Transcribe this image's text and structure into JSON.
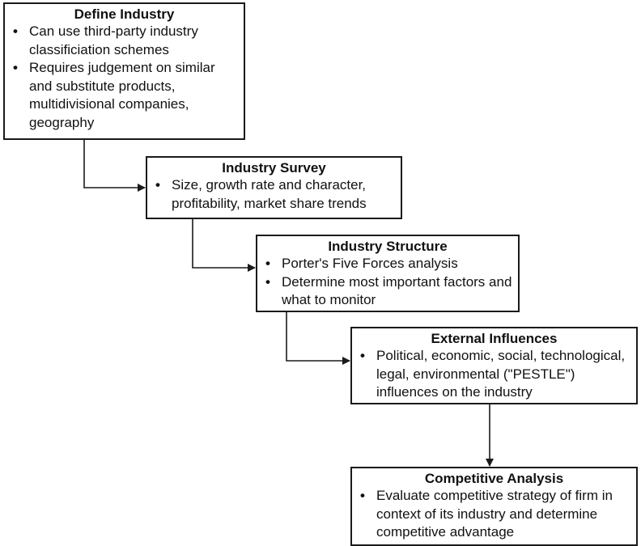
{
  "steps": [
    {
      "title": "Define Industry",
      "bullets": [
        "Can use third-party industry classificiation schemes",
        "Requires judgement on similar and substitute products, multidivisional companies, geography"
      ]
    },
    {
      "title": "Industry Survey",
      "bullets": [
        "Size, growth rate and character, profitability, market share trends"
      ]
    },
    {
      "title": "Industry Structure",
      "bullets": [
        "Porter's Five Forces analysis",
        "Determine most important factors and what to monitor"
      ]
    },
    {
      "title": "External Influences",
      "bullets": [
        "Political, economic, social, technological, legal, environmental (\"PESTLE\") influences on the industry"
      ]
    },
    {
      "title": "Competitive Analysis",
      "bullets": [
        "Evaluate competitive strategy of firm in context of its industry and determine competitive advantage"
      ]
    }
  ]
}
